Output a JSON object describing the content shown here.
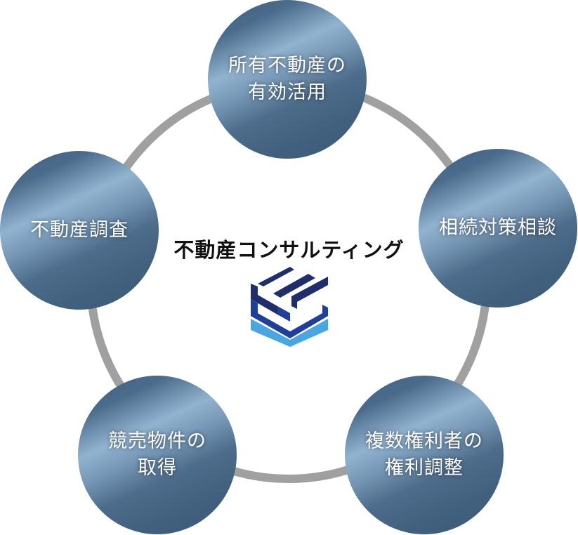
{
  "center": {
    "title": "不動産コンサルティング",
    "logo_alt": "company-logo"
  },
  "nodes": [
    {
      "id": "top",
      "lines": [
        "所有不動産の",
        "有効活用"
      ]
    },
    {
      "id": "right",
      "lines": [
        "相続対策相談"
      ]
    },
    {
      "id": "bottom-right",
      "lines": [
        "複数権利者の",
        "権利調整"
      ]
    },
    {
      "id": "bottom-left",
      "lines": [
        "競売物件の",
        "取得"
      ]
    },
    {
      "id": "left",
      "lines": [
        "不動産調査"
      ]
    }
  ],
  "colors": {
    "ring": "#a0a0a0",
    "logo_dark": "#1f2f6b",
    "logo_mid": "#1e3f9a",
    "logo_light": "#4aa6e0"
  }
}
